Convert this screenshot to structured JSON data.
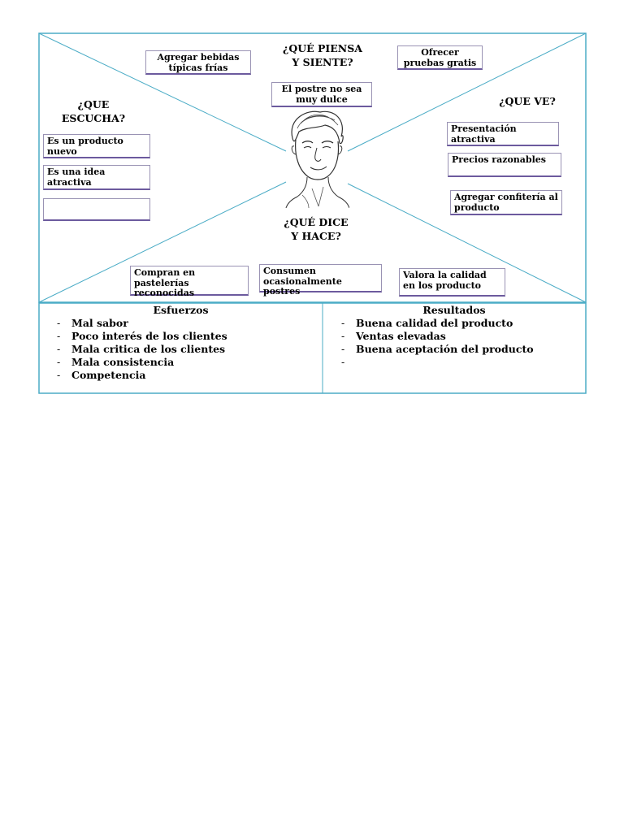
{
  "sections": {
    "thinks": "¿QUÉ PIENSA Y SIENTE?",
    "hears": "¿QUE ESCUCHA?",
    "sees": "¿QUE VE?",
    "says": "¿QUÉ DICE Y HACE?"
  },
  "thinks_notes": [
    "Agregar bebidas típicas frías",
    "El postre no sea muy dulce",
    "Ofrecer pruebas gratis"
  ],
  "hears_notes": [
    "Es un producto nuevo",
    "Es una idea atractiva",
    ""
  ],
  "sees_notes": [
    "Presentación atractiva",
    "Precios razonables",
    "Agregar confitería al producto"
  ],
  "says_notes": [
    "Compran en pastelerías reconocidas",
    "Consumen ocasionalmente postres",
    "Valora la calidad en los producto"
  ],
  "efforts": {
    "title": "Esfuerzos",
    "items": [
      "Mal sabor",
      "Poco interés de los clientes",
      "Mala critica de los clientes",
      "Mala consistencia",
      "Competencia"
    ]
  },
  "results": {
    "title": "Resultados",
    "items": [
      "Buena calidad del producto",
      "Ventas elevadas",
      "Buena aceptación del producto",
      ""
    ]
  },
  "colors": {
    "frame": "#4bacc6",
    "note_border": "#6c5a9e"
  }
}
